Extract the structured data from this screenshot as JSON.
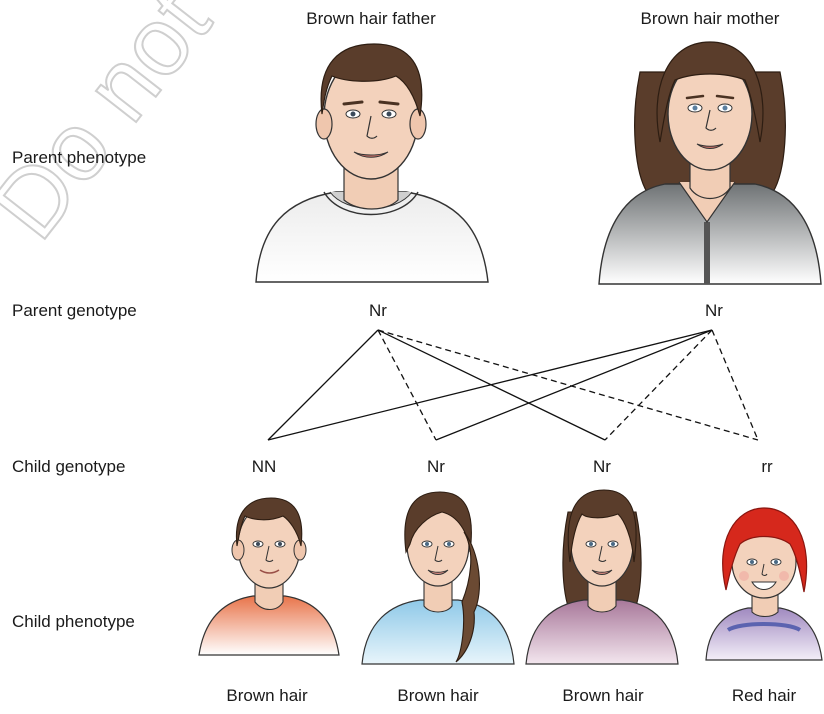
{
  "watermark": "Do not copy",
  "rows": {
    "parent_phenotype": "Parent phenotype",
    "parent_genotype": "Parent genotype",
    "child_genotype": "Child genotype",
    "child_phenotype": "Child phenotype"
  },
  "parents": {
    "father": {
      "title": "Brown hair father",
      "genotype": "Nr"
    },
    "mother": {
      "title": "Brown hair mother",
      "genotype": "Nr"
    }
  },
  "children": [
    {
      "genotype": "NN",
      "phenotype": "Brown hair"
    },
    {
      "genotype": "Nr",
      "phenotype": "Brown hair"
    },
    {
      "genotype": "Nr",
      "phenotype": "Brown hair"
    },
    {
      "genotype": "rr",
      "phenotype": "Red hair"
    }
  ],
  "colors": {
    "brown_hair": "#5a3d2b",
    "red_hair": "#d6281c",
    "skin": "#f3d2bc",
    "line": "#111111",
    "shirt_father": "#e9eaea",
    "shirt_mother": "#8f9395",
    "shirt_child1": "#e8744a",
    "shirt_child2": "#8fc9e8",
    "shirt_child3": "#a8789a",
    "shirt_child4": "#8a7fb5"
  }
}
